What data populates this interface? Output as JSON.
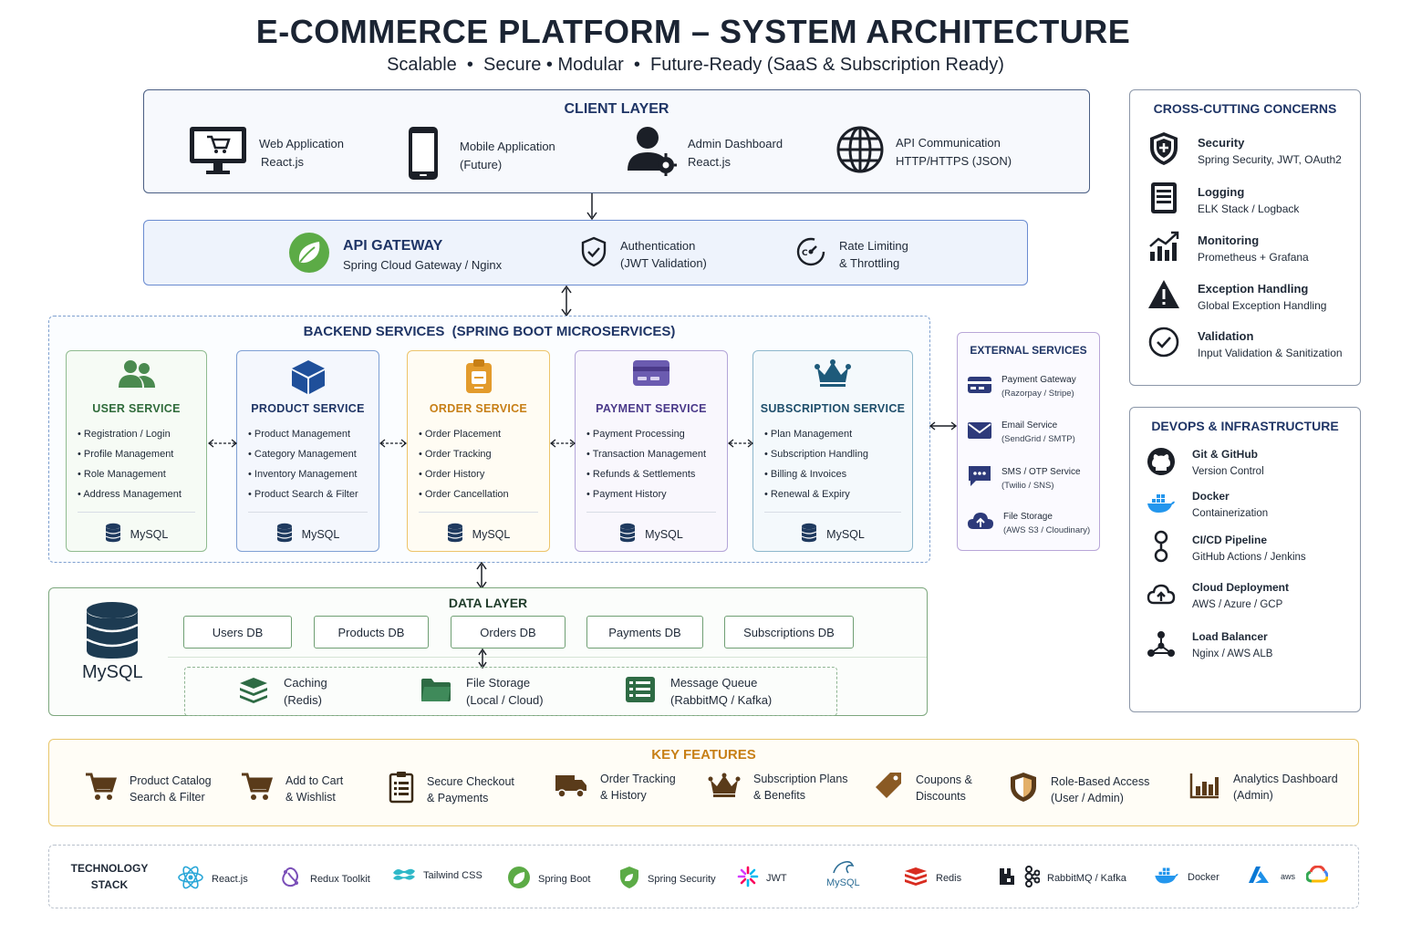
{
  "header": {
    "title": "E-COMMERCE PLATFORM – SYSTEM ARCHITECTURE",
    "subtitle": "Scalable  •  Secure • Modular  •  Future-Ready (SaaS & Subscription Ready)"
  },
  "client_layer": {
    "title": "CLIENT LAYER",
    "items": [
      {
        "name": "Web Application",
        "detail": "React.js",
        "icon": "monitor-cart-icon"
      },
      {
        "name": "Mobile Application",
        "detail": "(Future)",
        "icon": "smartphone-icon"
      },
      {
        "name": "Admin Dashboard",
        "detail": "React.js",
        "icon": "admin-user-gear-icon"
      },
      {
        "name": "API Communication",
        "detail": "HTTP/HTTPS (JSON)",
        "icon": "globe-icon"
      }
    ]
  },
  "gateway": {
    "title": "API GATEWAY",
    "subtitle": "Spring Cloud Gateway / Nginx",
    "items": [
      {
        "name": "Authentication",
        "detail": "(JWT Validation)",
        "icon": "shield-check-icon"
      },
      {
        "name": "Rate Limiting",
        "detail": "& Throttling",
        "icon": "gauge-icon"
      }
    ]
  },
  "backend": {
    "title": "BACKEND SERVICES  (SPRING BOOT MICROSERVICES)",
    "services": [
      {
        "name": "USER SERVICE",
        "color": "#2f6b3a",
        "items": [
          "Registration / Login",
          "Profile Management",
          "Role Management",
          "Address Management"
        ],
        "db": "MySQL"
      },
      {
        "name": "PRODUCT SERVICE",
        "color": "#1f3566",
        "items": [
          "Product Management",
          "Category Management",
          "Inventory Management",
          "Product Search & Filter"
        ],
        "db": "MySQL"
      },
      {
        "name": "ORDER SERVICE",
        "color": "#c77f16",
        "items": [
          "Order Placement",
          "Order Tracking",
          "Order History",
          "Order Cancellation"
        ],
        "db": "MySQL"
      },
      {
        "name": "PAYMENT SERVICE",
        "color": "#4b3a8a",
        "items": [
          "Payment Processing",
          "Transaction Management",
          "Refunds & Settlements",
          "Payment History"
        ],
        "db": "MySQL"
      },
      {
        "name": "SUBSCRIPTION SERVICE",
        "color": "#1e4e6b",
        "items": [
          "Plan Management",
          "Subscription Handling",
          "Billing & Invoices",
          "Renewal & Expiry"
        ],
        "db": "MySQL"
      }
    ]
  },
  "external": {
    "title": "EXTERNAL SERVICES",
    "items": [
      {
        "name": "Payment Gateway",
        "detail": "(Razorpay / Stripe)",
        "icon": "card-icon"
      },
      {
        "name": "Email Service",
        "detail": "(SendGrid / SMTP)",
        "icon": "envelope-icon"
      },
      {
        "name": "SMS / OTP Service",
        "detail": "(Twilio / SNS)",
        "icon": "chat-icon"
      },
      {
        "name": "File Storage",
        "detail": "(AWS S3 / Cloudinary)",
        "icon": "cloud-upload-icon"
      }
    ]
  },
  "data_layer": {
    "title": "DATA LAYER",
    "mysql_label": "MySQL",
    "databases": [
      "Users DB",
      "Products DB",
      "Orders DB",
      "Payments DB",
      "Subscriptions DB"
    ],
    "extras": [
      {
        "name": "Caching",
        "detail": "(Redis)",
        "icon": "stack-icon"
      },
      {
        "name": "File Storage",
        "detail": "(Local / Cloud)",
        "icon": "folder-icon"
      },
      {
        "name": "Message Queue",
        "detail": "(RabbitMQ / Kafka)",
        "icon": "list-icon"
      }
    ]
  },
  "cross_cutting": {
    "title": "CROSS-CUTTING CONCERNS",
    "items": [
      {
        "name": "Security",
        "detail": "Spring Security, JWT, OAuth2",
        "icon": "shield-plus-icon"
      },
      {
        "name": "Logging",
        "detail": "ELK Stack / Logback",
        "icon": "document-icon"
      },
      {
        "name": "Monitoring",
        "detail": "Prometheus + Grafana",
        "icon": "chart-up-icon"
      },
      {
        "name": "Exception Handling",
        "detail": "Global Exception Handling",
        "icon": "warning-icon"
      },
      {
        "name": "Validation",
        "detail": "Input Validation & Sanitization",
        "icon": "check-circle-icon"
      }
    ]
  },
  "devops": {
    "title": "DEVOPS & INFRASTRUCTURE",
    "items": [
      {
        "name": "Git & GitHub",
        "detail": "Version Control",
        "icon": "github-icon"
      },
      {
        "name": "Docker",
        "detail": "Containerization",
        "icon": "docker-icon"
      },
      {
        "name": "CI/CD Pipeline",
        "detail": "GitHub Actions / Jenkins",
        "icon": "pipeline-icon"
      },
      {
        "name": "Cloud Deployment",
        "detail": "AWS / Azure / GCP",
        "icon": "cloud-upload-icon"
      },
      {
        "name": "Load Balancer",
        "detail": "Nginx / AWS ALB",
        "icon": "network-icon"
      }
    ]
  },
  "features": {
    "title": "KEY FEATURES",
    "items": [
      {
        "l1": "Product Catalog",
        "l2": "Search & Filter",
        "icon": "cart-icon"
      },
      {
        "l1": "Add to Cart",
        "l2": "& Wishlist",
        "icon": "cart-icon"
      },
      {
        "l1": "Secure Checkout",
        "l2": "& Payments",
        "icon": "receipt-icon"
      },
      {
        "l1": "Order Tracking",
        "l2": "& History",
        "icon": "truck-icon"
      },
      {
        "l1": "Subscription Plans",
        "l2": "& Benefits",
        "icon": "crown-icon"
      },
      {
        "l1": "Coupons &",
        "l2": "Discounts",
        "icon": "tag-icon"
      },
      {
        "l1": "Role-Based Access",
        "l2": "(User / Admin)",
        "icon": "shield-user-icon"
      },
      {
        "l1": "Analytics Dashboard",
        "l2": "(Admin)",
        "icon": "bar-chart-icon"
      }
    ]
  },
  "tech_stack": {
    "title_l1": "TECHNOLOGY",
    "title_l2": "STACK",
    "items": [
      "React.js",
      "Redux Toolkit",
      "Tailwind CSS",
      "Spring Boot",
      "Spring Security",
      "JWT",
      "MySQL",
      "Redis",
      "RabbitMQ / Kafka",
      "Docker",
      "aws"
    ]
  },
  "colors": {
    "navy": "#1f3566",
    "accent_green": "#5cab46",
    "order_orange": "#c77f16",
    "payment_purple": "#6b5bb0"
  }
}
